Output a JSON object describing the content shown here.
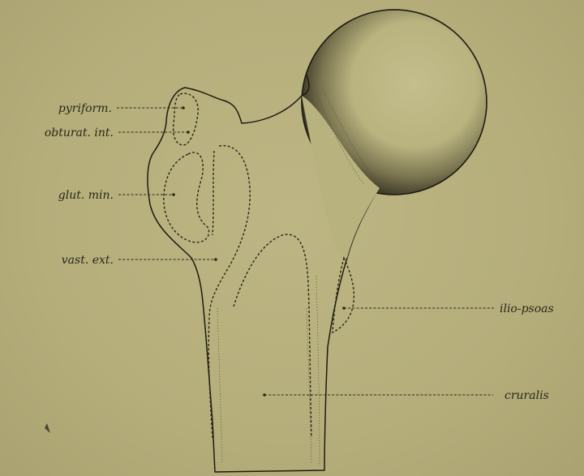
{
  "labels": {
    "pyriform": "pyriform.",
    "obturat": "obturat. int.",
    "glut": "glut. min.",
    "vast": "vast. ext.",
    "ilio": "ilio-psoas",
    "cruralis": "cruralis"
  },
  "colors": {
    "paper": "#b7b07c",
    "ink": "#1e1b10",
    "bone": "#bfb987",
    "head_shade": "#3a3624"
  }
}
